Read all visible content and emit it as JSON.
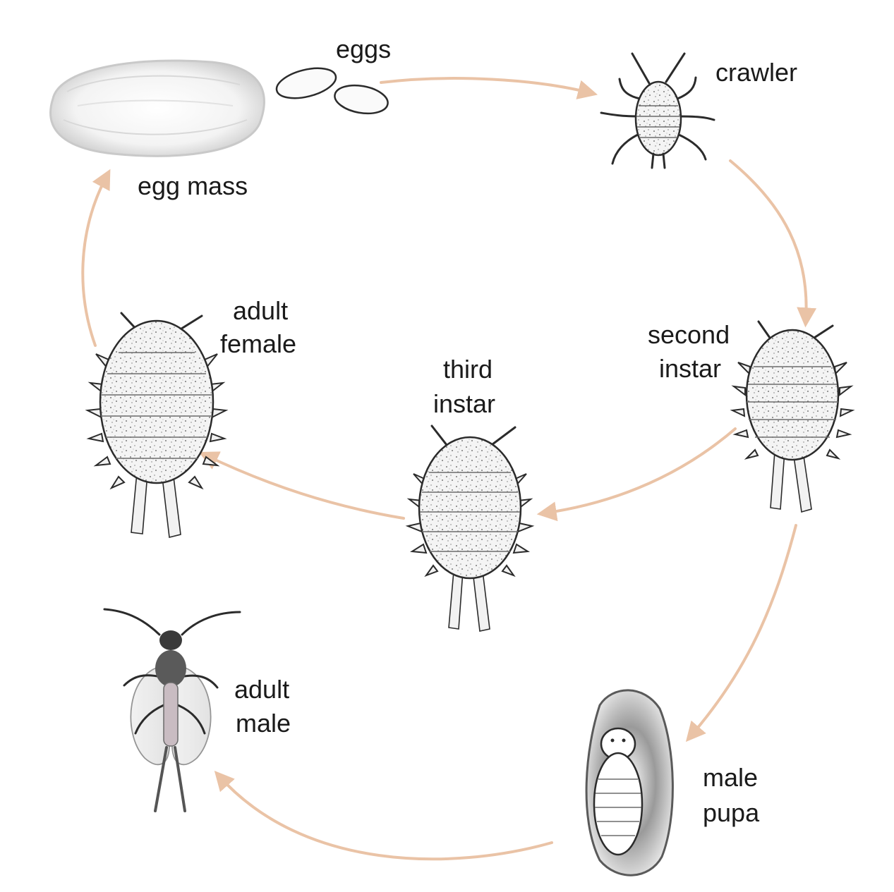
{
  "diagram": {
    "stages": {
      "eggs": "eggs",
      "crawler": "crawler",
      "egg_mass": "egg mass",
      "adult_female_line1": "adult",
      "adult_female_line2": "female",
      "third_instar_line1": "third",
      "third_instar_line2": "instar",
      "second_instar_line1": "second",
      "second_instar_line2": "instar",
      "adult_male_line1": "adult",
      "adult_male_line2": "male",
      "male_pupa_line1": "male",
      "male_pupa_line2": "pupa"
    },
    "colors": {
      "arrow": "#eac3a6",
      "outline": "#2b2b2b",
      "body_fill": "#f4f4f4",
      "cottony": "#d9d9d9"
    }
  }
}
